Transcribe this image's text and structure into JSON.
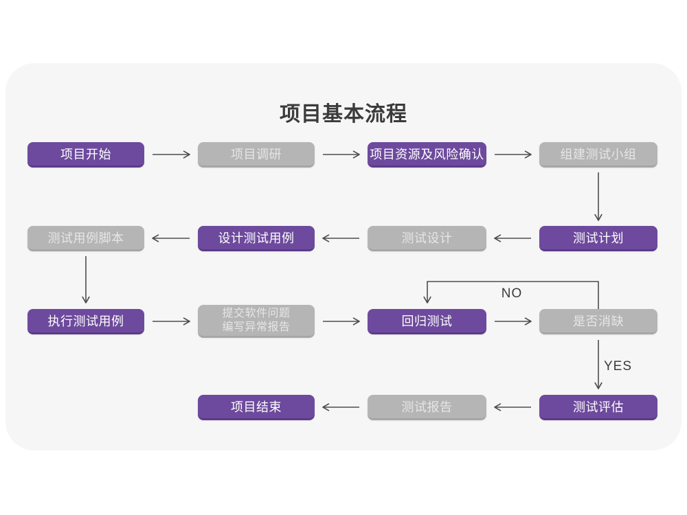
{
  "title": "项目基本流程",
  "colors": {
    "page_bg": "#ffffff",
    "card_bg": "#f6f6f6",
    "purple": "#6d4a9d",
    "purple_dark": "#5b3b87",
    "gray": "#b5b5b5",
    "gray_dark": "#a6a6a6",
    "arrow": "#4d4d4d",
    "title_text": "#3b3b3b",
    "node_text": "#ffffff",
    "gray_node_text": "#e6e6e6",
    "edge_label_text": "#3b3b3b"
  },
  "nodes": [
    {
      "label": "项目开始",
      "variant": "purple",
      "row": 1,
      "col": 1
    },
    {
      "label": "项目调研",
      "variant": "gray",
      "row": 1,
      "col": 2
    },
    {
      "label": "项目资源及风险确认",
      "variant": "purple",
      "row": 1,
      "col": 3
    },
    {
      "label": "组建测试小组",
      "variant": "gray",
      "row": 1,
      "col": 4
    },
    {
      "label": "测试用例脚本",
      "variant": "gray",
      "row": 2,
      "col": 1
    },
    {
      "label": "设计测试用例",
      "variant": "purple",
      "row": 2,
      "col": 2
    },
    {
      "label": "测试设计",
      "variant": "gray",
      "row": 2,
      "col": 3
    },
    {
      "label": "测试计划",
      "variant": "purple",
      "row": 2,
      "col": 4
    },
    {
      "label": "执行测试用例",
      "variant": "purple",
      "row": 3,
      "col": 1
    },
    {
      "label": "提交软件问题\n编写异常报告",
      "variant": "gray",
      "row": 3,
      "col": 2
    },
    {
      "label": "回归测试",
      "variant": "purple",
      "row": 3,
      "col": 3
    },
    {
      "label": "是否消缺",
      "variant": "gray",
      "row": 3,
      "col": 4
    },
    {
      "label": "项目结束",
      "variant": "purple",
      "row": 4,
      "col": 2
    },
    {
      "label": "测试报告",
      "variant": "gray",
      "row": 4,
      "col": 3
    },
    {
      "label": "测试评估",
      "variant": "purple",
      "row": 4,
      "col": 4
    }
  ],
  "edges": {
    "no_label": "NO",
    "yes_label": "YES"
  }
}
